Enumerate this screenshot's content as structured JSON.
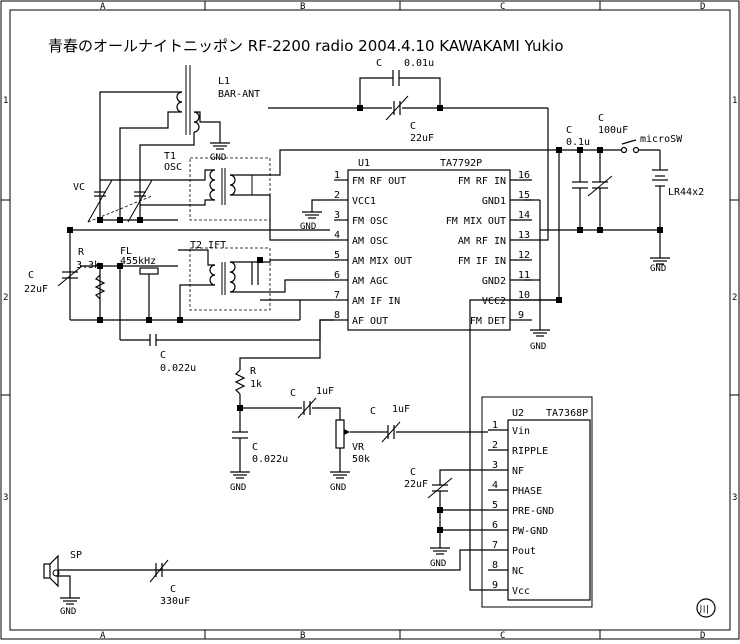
{
  "title": "青春のオールナイトニッポン RF-2200 radio    2004.4.10 KAWAKAMI Yukio",
  "border": {
    "cols": [
      "A",
      "B",
      "C",
      "D"
    ],
    "rows": [
      "1",
      "2",
      "3"
    ]
  },
  "labels": {
    "l1_ref": "L1",
    "l1_val": "BAR-ANT",
    "c_top": "C",
    "c_top_val": "0.01u",
    "c_22_top": "C",
    "c_22_top_val": "22uF",
    "c_01": "C",
    "c_01_val": "0.1u",
    "c_100": "C",
    "c_100_val": "100uF",
    "microsw": "microSW",
    "battery": "LR44x2",
    "t1": "T1",
    "osc": "OSC",
    "vc": "VC",
    "t2": "T2 IFT",
    "r33_ref": "R",
    "r33_val": "3.3k",
    "fl_ref": "FL",
    "fl_val": "455kHz",
    "c22_left": "C",
    "c22_left_val": "22uF",
    "c0022_ref": "C",
    "c0022_val": "0.022u",
    "r1k_ref": "R",
    "r1k_val": "1k",
    "c1u_a_ref": "C",
    "c1u_a_val": "1uF",
    "c1u_b_ref": "C",
    "c1u_b_val": "1uF",
    "c0022b_ref": "C",
    "c0022b_val": "0.022u",
    "vr_ref": "VR",
    "vr_val": "50k",
    "c22_u2": "C",
    "c22_u2_val": "22uF",
    "sp": "SP",
    "c330_ref": "C",
    "c330_val": "330uF",
    "gnd": "GND",
    "logo": "川"
  },
  "u1": {
    "ref": "U1",
    "part": "TA7792P",
    "left_pins": [
      {
        "num": "1",
        "name": "FM RF OUT"
      },
      {
        "num": "2",
        "name": "VCC1"
      },
      {
        "num": "3",
        "name": "FM OSC"
      },
      {
        "num": "4",
        "name": "AM OSC"
      },
      {
        "num": "5",
        "name": "AM MIX OUT"
      },
      {
        "num": "6",
        "name": "AM AGC"
      },
      {
        "num": "7",
        "name": "AM IF IN"
      },
      {
        "num": "8",
        "name": "AF OUT"
      }
    ],
    "right_pins": [
      {
        "num": "16",
        "name": "FM RF IN"
      },
      {
        "num": "15",
        "name": "GND1"
      },
      {
        "num": "14",
        "name": "FM MIX OUT"
      },
      {
        "num": "13",
        "name": "AM RF IN"
      },
      {
        "num": "12",
        "name": "FM IF IN"
      },
      {
        "num": "11",
        "name": "GND2"
      },
      {
        "num": "10",
        "name": "VCC2"
      },
      {
        "num": "9",
        "name": "FM DET"
      }
    ]
  },
  "u2": {
    "ref": "U2",
    "part": "TA7368P",
    "pins": [
      {
        "num": "1",
        "name": "Vin"
      },
      {
        "num": "2",
        "name": "RIPPLE"
      },
      {
        "num": "3",
        "name": "NF"
      },
      {
        "num": "4",
        "name": "PHASE"
      },
      {
        "num": "5",
        "name": "PRE-GND"
      },
      {
        "num": "6",
        "name": "PW-GND"
      },
      {
        "num": "7",
        "name": "Pout"
      },
      {
        "num": "8",
        "name": "NC"
      },
      {
        "num": "9",
        "name": "Vcc"
      }
    ]
  }
}
